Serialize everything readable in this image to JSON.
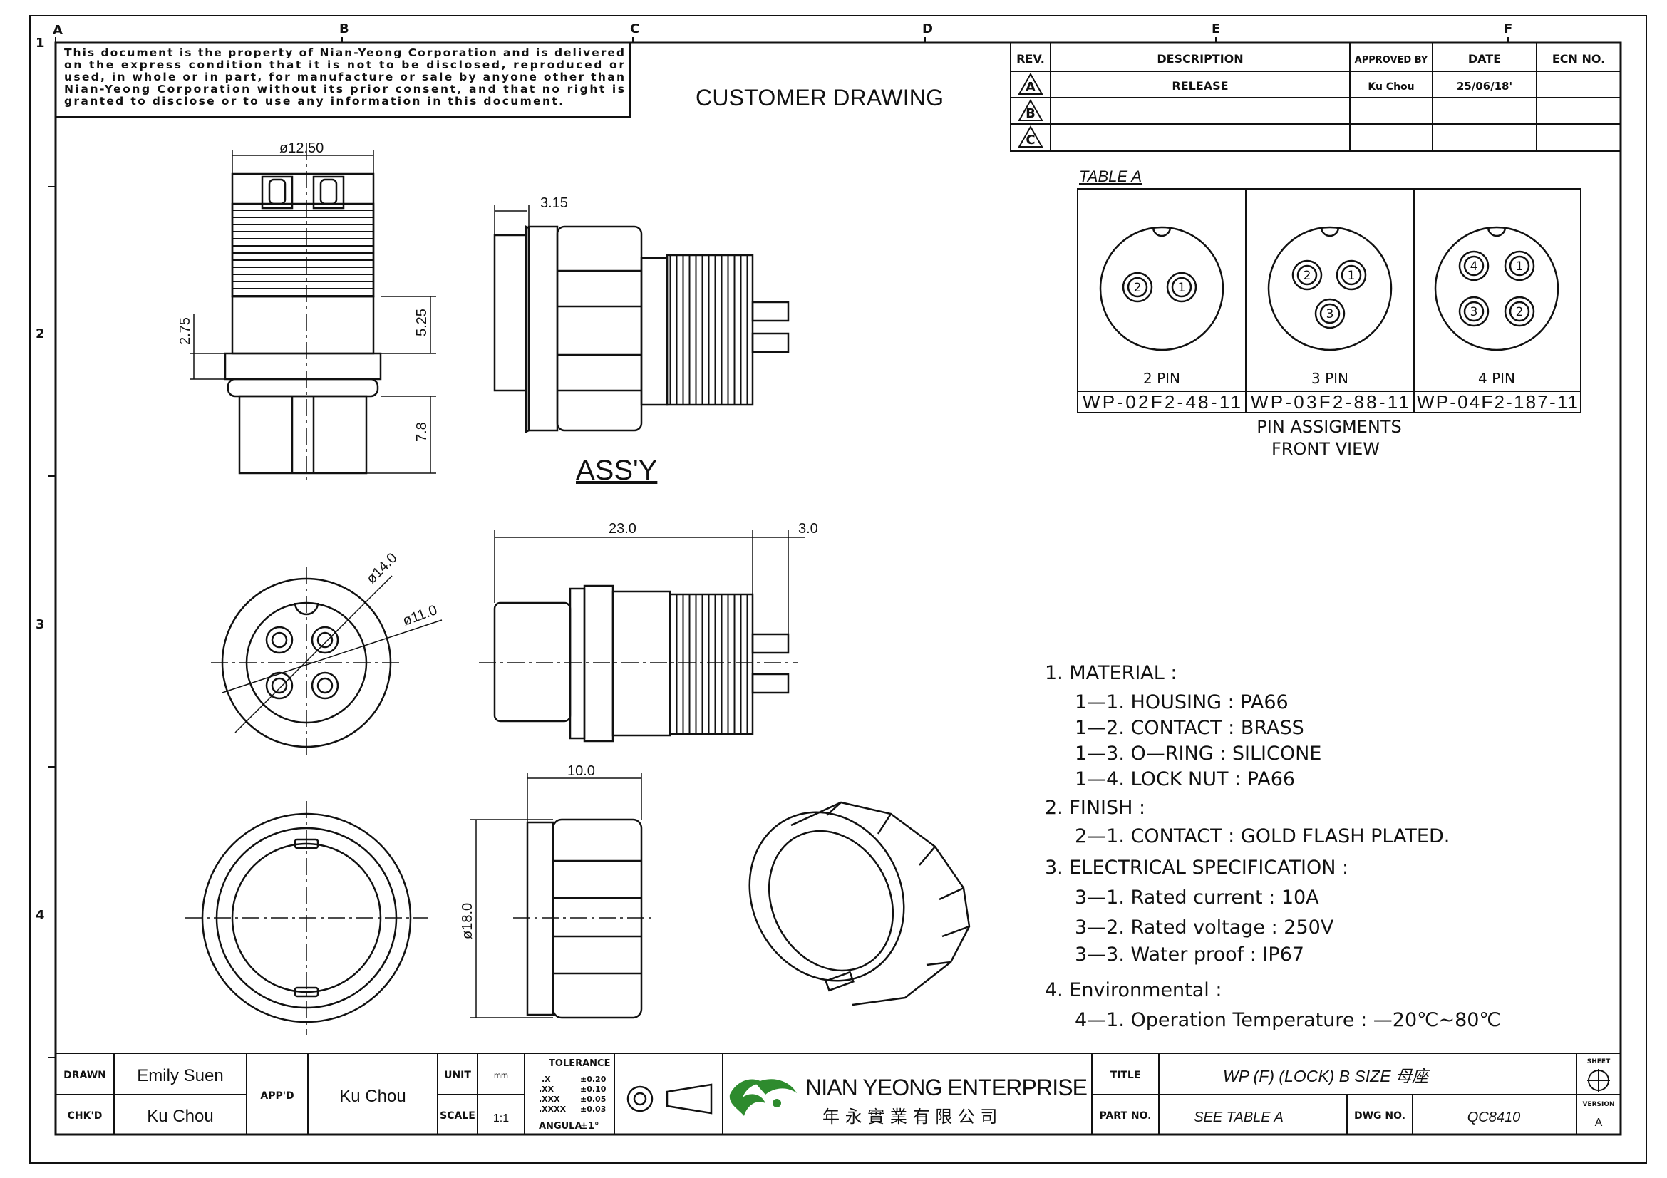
{
  "border": {
    "columns": [
      "A",
      "B",
      "C",
      "D",
      "E",
      "F"
    ],
    "rows": [
      "1",
      "2",
      "3",
      "4"
    ]
  },
  "notice_lines": [
    "This document is the property of Nian-Yeong Corporation and is delivered",
    "on  the  express condition that it is not to be disclosed, reproduced or",
    "used, in whole or in part, for manufacture or sale by anyone other than",
    "Nian-Yeong Corporation without  its prior consent, and that  no right  is",
    "granted to disclose or to use any information in this  document."
  ],
  "heading": "CUSTOMER DRAWING",
  "revision_table": {
    "headers": [
      "REV.",
      "DESCRIPTION",
      "APPROVED BY",
      "DATE",
      "ECN NO."
    ],
    "rows": [
      {
        "rev": "A",
        "description": "RELEASE",
        "approved_by": "Ku Chou",
        "date": "25/06/18'",
        "ecn": ""
      },
      {
        "rev": "B",
        "description": "",
        "approved_by": "",
        "date": "",
        "ecn": ""
      },
      {
        "rev": "C",
        "description": "",
        "approved_by": "",
        "date": "",
        "ecn": ""
      }
    ]
  },
  "table_a": {
    "label": "TABLE A",
    "cells": [
      {
        "pins_label": "2 PIN",
        "part": "WP-02F2-48-11",
        "pins": [
          "2",
          "1"
        ]
      },
      {
        "pins_label": "3 PIN",
        "part": "WP-03F2-88-11",
        "pins": [
          "2",
          "1",
          "3"
        ]
      },
      {
        "pins_label": "4 PIN",
        "part": "WP-04F2-187-11",
        "pins": [
          "4",
          "1",
          "3",
          "2"
        ]
      }
    ],
    "caption_line1": "PIN  ASSIGMENTS",
    "caption_line2": "FRONT  VIEW"
  },
  "dimensions": {
    "d_12_50": "ø12.50",
    "d_2_75": "2.75",
    "d_5_25": "5.25",
    "d_7_8": "7.8",
    "d_3_15": "3.15",
    "assy": "ASS'Y",
    "d_23_0": "23.0",
    "d_3_0": "3.0",
    "d_14_0": "ø14.0",
    "d_11_0": "ø11.0",
    "d_10_0": "10.0",
    "d_18_0": "ø18.0"
  },
  "specs": [
    {
      "level": 0,
      "text": "1.  MATERIAL  :"
    },
    {
      "level": 1,
      "text": "1—1.  HOUSING  :  PA66"
    },
    {
      "level": 1,
      "text": "1—2.  CONTACT  :  BRASS"
    },
    {
      "level": 1,
      "text": "1—3.  O—RING  :  SILICONE"
    },
    {
      "level": 1,
      "text": "1—4.  LOCK  NUT  :  PA66"
    },
    {
      "level": 0,
      "text": "2.  FINISH  :"
    },
    {
      "level": 1,
      "text": "2—1.  CONTACT  :  GOLD  FLASH  PLATED."
    },
    {
      "level": 0,
      "text": "3.  ELECTRICAL  SPECIFICATION  :"
    },
    {
      "level": 1,
      "text": "3—1.  Rated  current  :  10A"
    },
    {
      "level": 1,
      "text": "3—2.  Rated  voltage  :  250V"
    },
    {
      "level": 1,
      "text": "3—3.  Water  proof  :  IP67"
    },
    {
      "level": 0,
      "text": "4.  Environmental  :"
    },
    {
      "level": 1,
      "text": "4—1.  Operation  Temperature  :  —20℃~80℃"
    }
  ],
  "title_block": {
    "drawn_label": "DRAWN",
    "drawn_value": "Emily Suen",
    "chkd_label": "CHK'D",
    "chkd_value": "Ku Chou",
    "appd_label": "APP'D",
    "appd_value": "Ku Chou",
    "unit_label": "UNIT",
    "unit_value": "mm",
    "scale_label": "SCALE",
    "scale_value": "1:1",
    "tolerance_title": "TOLERANCE",
    "tolerances": [
      {
        "k": ".X",
        "v": "±0.20"
      },
      {
        "k": ".XX",
        "v": "±0.10"
      },
      {
        "k": ".XXX",
        "v": "±0.05"
      },
      {
        "k": ".XXXX",
        "v": "±0.03"
      },
      {
        "k": "ANGULA",
        "v": "±1°"
      }
    ],
    "company_name": "NIAN YEONG ENTERPRISE",
    "company_cn": "年 永 實 業 有 限 公 司",
    "title_label": "TITLE",
    "title_value": "WP (F) (LOCK) B SIZE 母座",
    "partno_label": "PART NO.",
    "partno_value": "SEE TABLE A",
    "dwgno_label": "DWG NO.",
    "dwgno_value": "QC8410",
    "sheet_label": "SHEET",
    "version_label": "VERSION",
    "version_value": "A"
  },
  "colors": {
    "logo_green": "#2e8b2e",
    "line": "#111111"
  }
}
